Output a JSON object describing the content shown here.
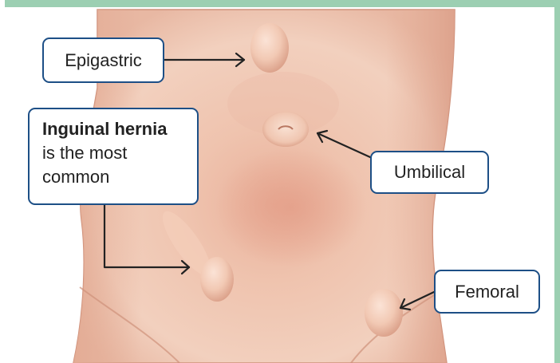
{
  "figure": {
    "colors": {
      "frame_border": "#9ccfb2",
      "skin_base": "#f1cfbd",
      "skin_shadow": "#e2a58c",
      "label_border": "#1d4f86",
      "arrow": "#222222",
      "text": "#222222"
    },
    "labels": {
      "epigastric": "Epigastric",
      "umbilical": "Umbilical",
      "femoral": "Femoral",
      "inguinal_bold": "Inguinal hernia",
      "inguinal_rest": "is the most common"
    },
    "icons": {
      "arrow": "arrow-head-icon"
    }
  }
}
